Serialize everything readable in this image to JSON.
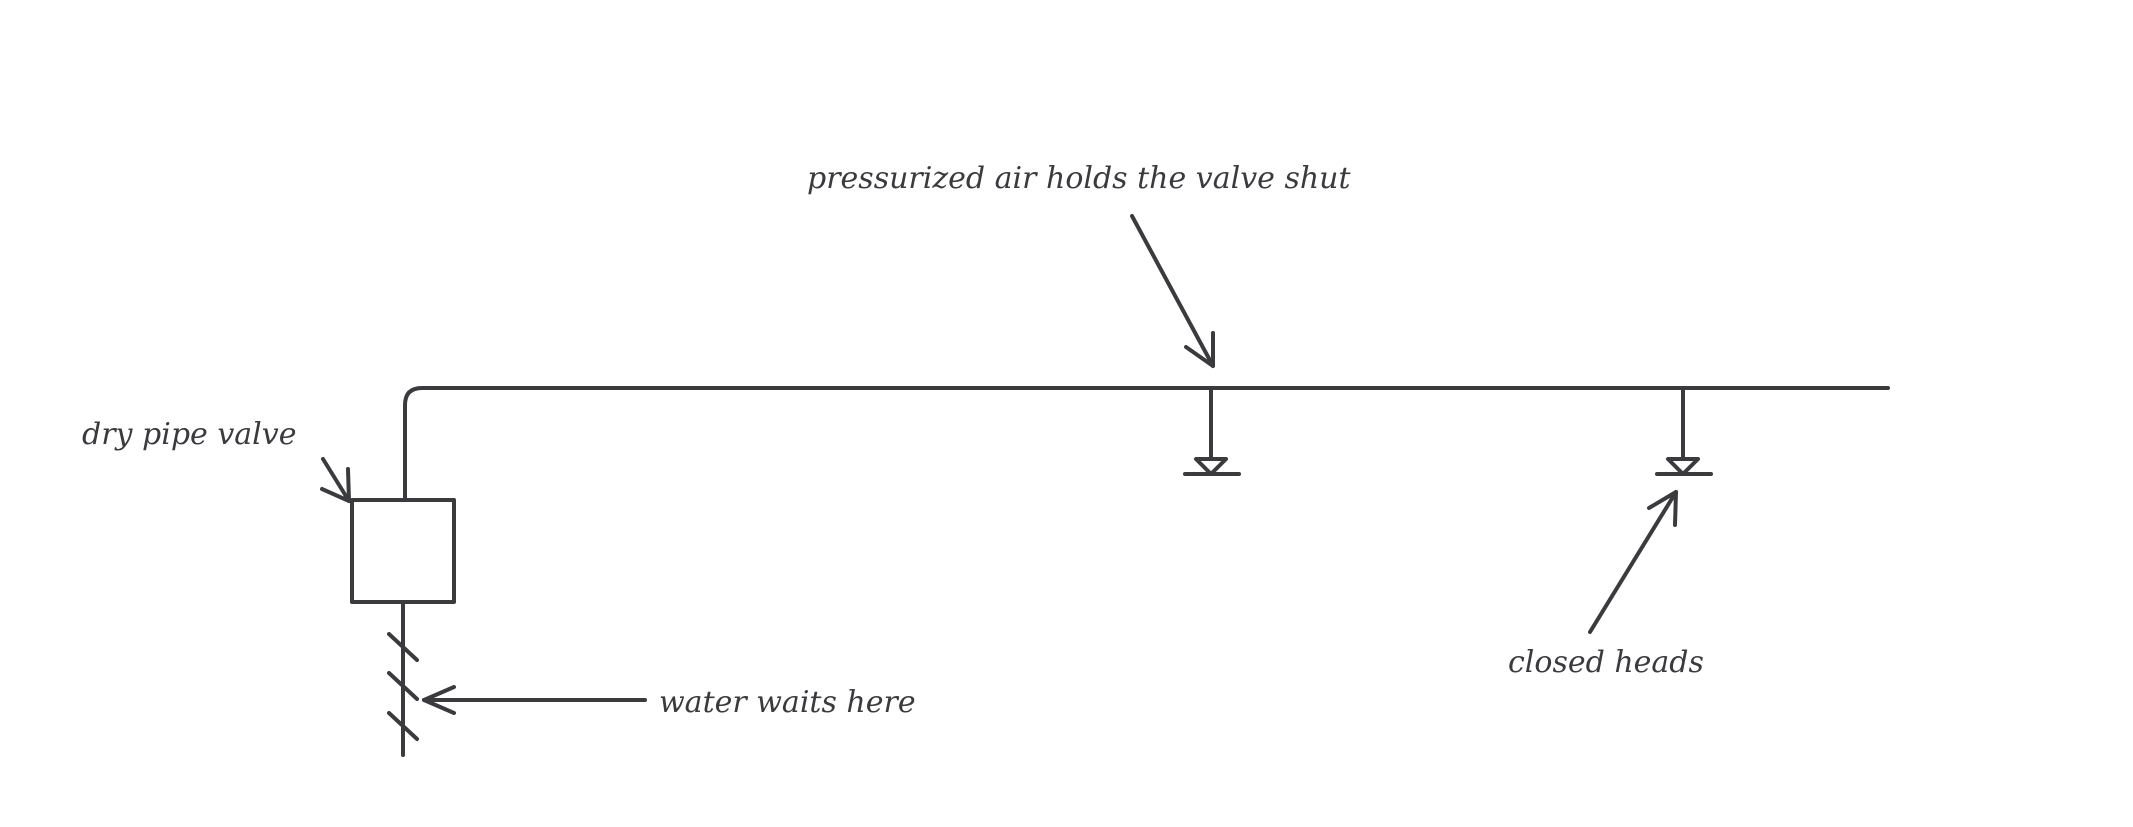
{
  "diagram": {
    "title": "",
    "labels": {
      "air_pressure": "pressurized air holds the valve shut",
      "dry_pipe_valve": "dry pipe valve",
      "water": "water waits here",
      "closed_heads": "closed heads"
    },
    "components": [
      "main-pipe",
      "riser-pipe",
      "dry-pipe-valve",
      "supply-pipe",
      "sprinkler-head-1",
      "sprinkler-head-2"
    ]
  },
  "colors": {
    "ink": "#3a3a3f",
    "background": "#ffffff"
  }
}
